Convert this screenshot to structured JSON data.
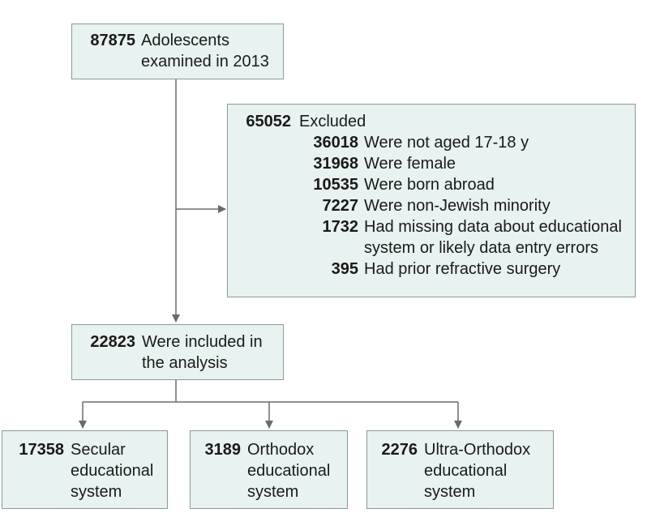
{
  "top": {
    "number": "87875",
    "line1": "Adolescents",
    "line2": "examined in 2013"
  },
  "excluded": {
    "number": "65052",
    "label": "Excluded",
    "items": [
      {
        "number": "36018",
        "lines": [
          "Were not aged 17-18 y"
        ]
      },
      {
        "number": "31968",
        "lines": [
          "Were female"
        ]
      },
      {
        "number": "10535",
        "lines": [
          "Were born abroad"
        ]
      },
      {
        "number": "7227",
        "lines": [
          "Were non-Jewish minority"
        ]
      },
      {
        "number": "1732",
        "lines": [
          "Had missing data about educational",
          "system or likely data entry errors"
        ]
      },
      {
        "number": "395",
        "lines": [
          "Had prior refractive surgery"
        ]
      }
    ]
  },
  "included": {
    "number": "22823",
    "line1": "Were included in",
    "line2": "the analysis"
  },
  "groups": [
    {
      "number": "17358",
      "lines": [
        "Secular",
        "educational",
        "system"
      ]
    },
    {
      "number": "3189",
      "lines": [
        "Orthodox",
        "educational",
        "system"
      ]
    },
    {
      "number": "2276",
      "lines": [
        "Ultra-Orthodox",
        "educational",
        "system"
      ]
    }
  ]
}
